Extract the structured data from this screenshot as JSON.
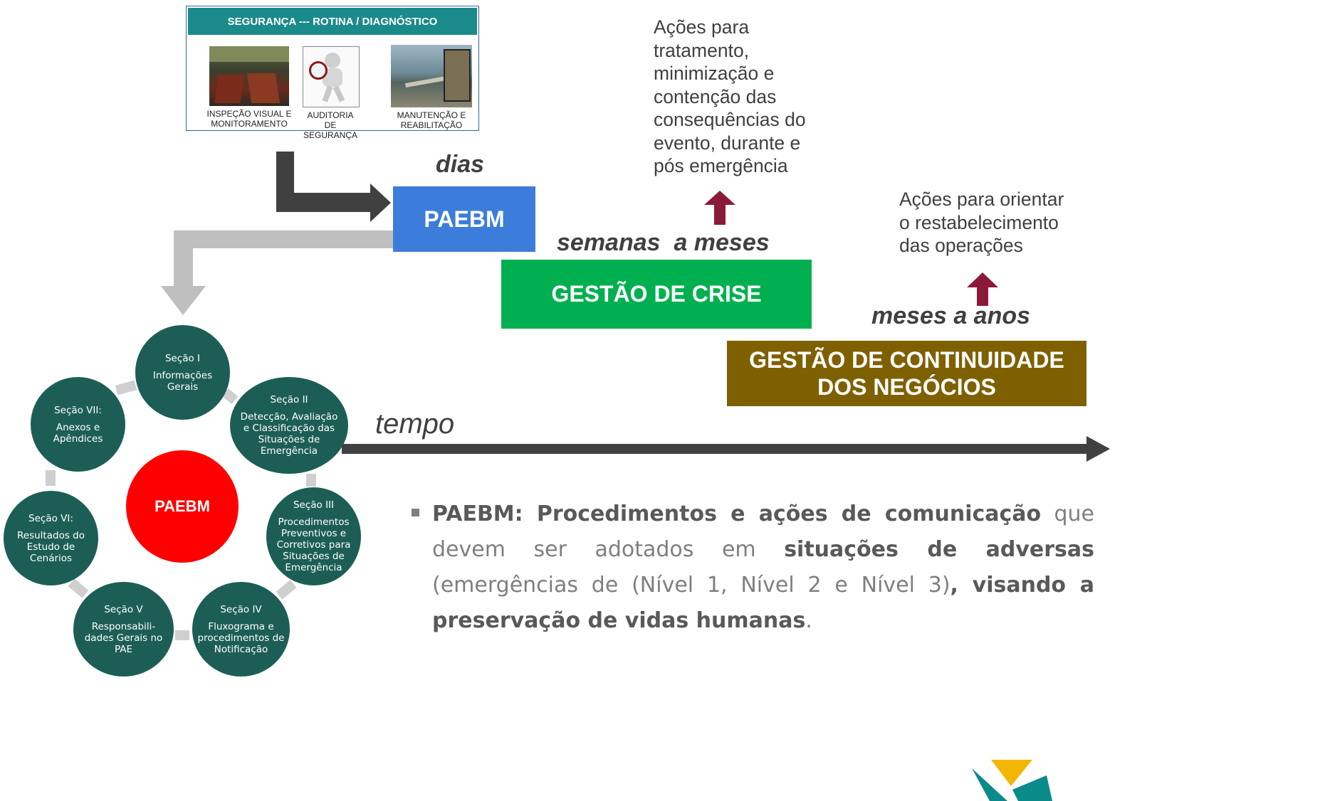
{
  "safety_panel": {
    "title": "SEGURANÇA --- ROTINA / DIAGNÓSTICO",
    "items": [
      {
        "caption_line1": "INSPEÇÃO VISUAL E",
        "caption_line2": "MONITORAMENTO"
      },
      {
        "caption_line1": "AUDITORIA DE",
        "caption_line2": "SEGURANÇA"
      },
      {
        "caption_line1": "MANUTENÇÃO E",
        "caption_line2": "REABILITAÇÃO"
      }
    ]
  },
  "phases": {
    "paebm": {
      "label": "PAEBM",
      "time": "dias",
      "color": "#3c7ddb"
    },
    "crise": {
      "label": "GESTÃO DE CRISE",
      "time": "semanas  a meses",
      "color": "#00b050"
    },
    "continuidade": {
      "label_line1": "GESTÃO DE CONTINUIDADE",
      "label_line2": "DOS NEGÓCIOS",
      "time": "meses a anos",
      "color": "#7f6000"
    }
  },
  "notes": {
    "crise": [
      "Ações para",
      "tratamento,",
      "minimização e",
      "contenção das",
      "consequências do",
      "evento, durante e",
      "pós emergência"
    ],
    "continuidade": [
      "Ações para orientar",
      "o restabelecimento",
      "das operações"
    ]
  },
  "timeline": {
    "label": "tempo"
  },
  "cycle": {
    "center": "PAEBM",
    "sections": [
      {
        "title": "Seção I",
        "lines": [
          "Informações",
          "Gerais"
        ]
      },
      {
        "title": "Seção II",
        "lines": [
          "Detecção, Avaliação",
          "e Classificação das",
          "Situações de",
          "Emergência"
        ]
      },
      {
        "title": "Seção III",
        "lines": [
          "Procedimentos",
          "Preventivos e",
          "Corretivos para",
          "Situações de",
          "Emergência"
        ]
      },
      {
        "title": "Seção IV",
        "lines": [
          "Fluxograma e",
          "procedimentos de",
          "Notificação"
        ]
      },
      {
        "title": "Seção V",
        "lines": [
          "Responsabili-",
          "dades Gerais no",
          "PAE"
        ]
      },
      {
        "title": "Seção VI:",
        "lines": [
          "Resultados do",
          "Estudo de",
          "Cenários"
        ]
      },
      {
        "title": "Seção VII:",
        "lines": [
          "Anexos e",
          "Apêndices"
        ]
      }
    ]
  },
  "description": {
    "bold1": "PAEBM: Procedimentos e ações de comunicação",
    "text1": " que devem ser adotados em ",
    "bold2": "situações de adversas",
    "text2": " (emergências de (Nível 1, Nível 2 e Nível 3)",
    "bold3": ", visando a preservação de vidas humanas",
    "text3": "."
  },
  "colors": {
    "arrow_dark": "#404040",
    "arrow_light": "#bfbfbf",
    "up_arrow": "#8b1a3a",
    "section": "#1c5e55",
    "center": "#ff0000"
  }
}
